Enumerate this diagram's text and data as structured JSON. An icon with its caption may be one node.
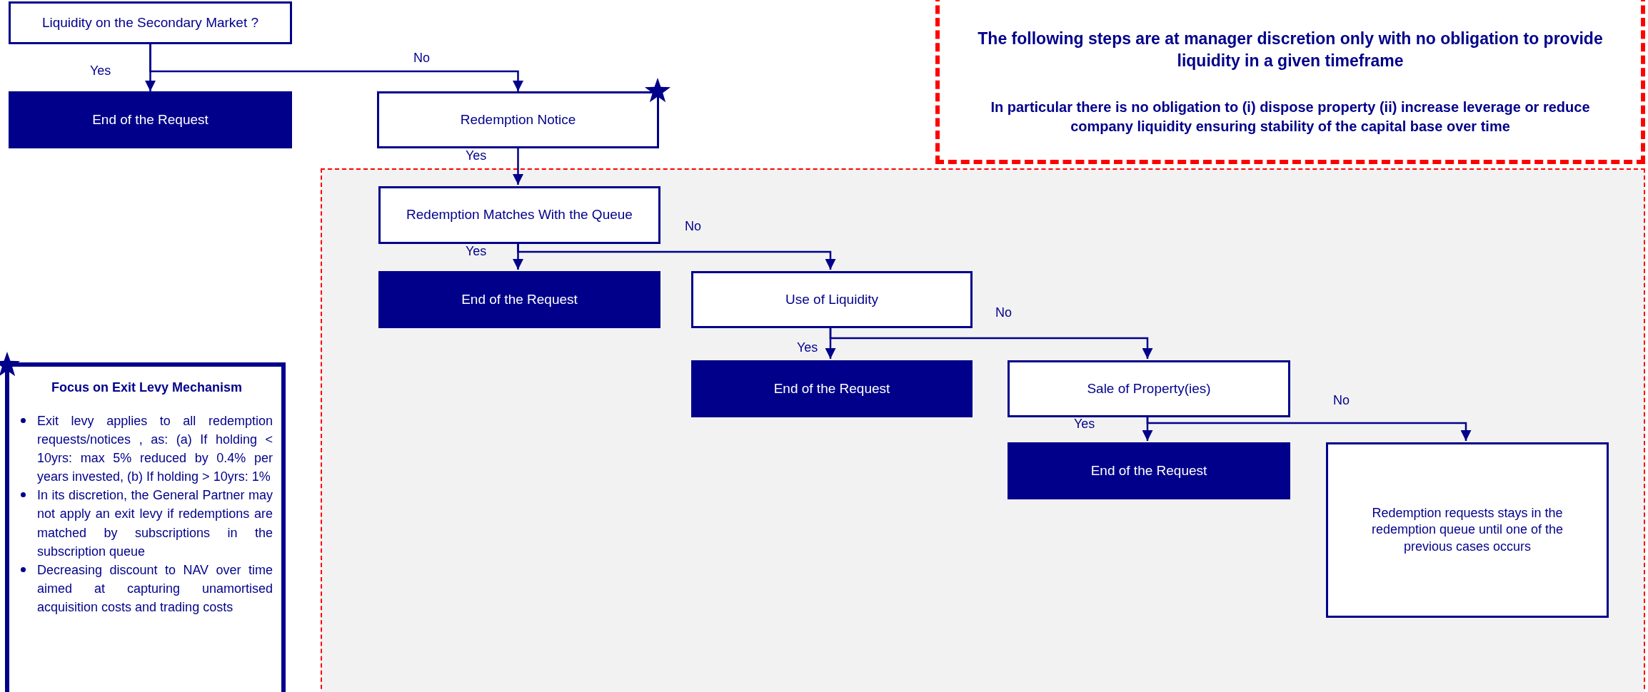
{
  "diagram": {
    "nodes": [
      {
        "text": [
          "Liquidity on the Secondary Market ?"
        ]
      },
      {
        "text": [
          "End of the Request"
        ]
      },
      {
        "text": [
          "Redemption Notice"
        ]
      },
      {
        "text": [
          "The following steps are at manager discretion only with no obligation to provide liquidity in a given timeframe",
          "In particular there is no obligation to (i) dispose property (ii) increase leverage or reduce company liquidity ensuring stability of the capital base over time"
        ]
      },
      {
        "text": [],
        "shape": "box"
      },
      {
        "text": [
          "Redemption Matches With the Queue"
        ],
        "in": 4
      },
      {
        "text": [
          "End of the Request"
        ],
        "in": 4
      },
      {
        "text": [
          "Use of Liquidity"
        ],
        "in": 4
      },
      {
        "text": [
          "End of the Request"
        ],
        "in": 4
      },
      {
        "text": [
          "Sale of Property(ies)"
        ],
        "in": 4
      },
      {
        "text": [
          "End of the Request"
        ],
        "in": 4
      },
      {
        "text": [
          "Redemption requests stays in the redemption queue until one of the previous cases occurs"
        ],
        "in": 4
      },
      {
        "text": [
          "Focus on Exit Levy Mechanism",
          "Exit levy applies to all redemption requests/notices , as: (a) If holding < 10yrs: max 5% reduced by 0.4% per years invested, (b) If holding > 10yrs: 1%",
          "In its discretion, the General Partner may not apply an exit levy if redemptions are matched by subscriptions in the subscription queue",
          "Decreasing discount to NAV over time aimed at capturing unamortised acquisition costs and trading costs"
        ]
      }
    ],
    "edges": [
      {
        "from": 0,
        "to": 1,
        "arrow": "to",
        "label": "Yes"
      },
      {
        "from": 0,
        "to": 2,
        "arrow": "to",
        "label": "No"
      },
      {
        "from": 2,
        "to": 5,
        "arrow": "to",
        "label": "Yes"
      },
      {
        "from": 5,
        "to": 6,
        "arrow": "to",
        "label": "Yes"
      },
      {
        "from": 5,
        "to": 7,
        "arrow": "to",
        "label": "No"
      },
      {
        "from": 7,
        "to": 8,
        "arrow": "to",
        "label": "Yes"
      },
      {
        "from": 7,
        "to": 9,
        "arrow": "to",
        "label": "No"
      },
      {
        "from": 9,
        "to": 10,
        "arrow": "to",
        "label": "Yes"
      },
      {
        "from": 9,
        "to": 11,
        "arrow": "to",
        "label": "No"
      }
    ]
  }
}
